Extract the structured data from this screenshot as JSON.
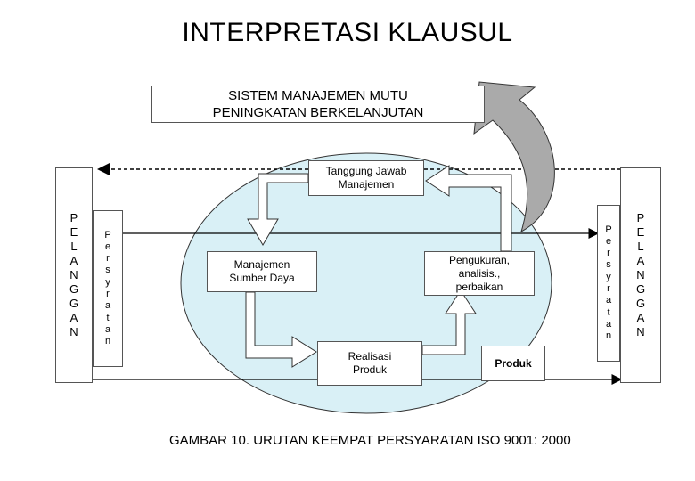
{
  "title": "INTERPRETASI KLAUSUL",
  "top_box": {
    "line1": "SISTEM MANAJEMEN MUTU",
    "line2": "PENINGKATAN BERKELANJUTAN"
  },
  "nodes": {
    "tanggung_jawab": {
      "line1": "Tanggung Jawab",
      "line2": "Manajemen"
    },
    "sumber_daya": {
      "line1": "Manajemen",
      "line2": "Sumber Daya"
    },
    "realisasi": {
      "line1": "Realisasi",
      "line2": "Produk"
    },
    "pengukuran": {
      "line1": "Pengukuran,",
      "line2": "analisis.,",
      "line3": "perbaikan"
    },
    "produk": "Produk"
  },
  "left_pelanggan": [
    "P",
    "E",
    "L",
    "A",
    "N",
    "G",
    "G",
    "A",
    "N"
  ],
  "left_persyaratan": [
    "P",
    "e",
    "r",
    "s",
    "y",
    "r",
    "a",
    "t",
    "a",
    "n"
  ],
  "right_persyaratan": [
    "P",
    "e",
    "r",
    "s",
    "y",
    "r",
    "a",
    "t",
    "a",
    "n"
  ],
  "right_pelanggan": [
    "P",
    "E",
    "L",
    "A",
    "N",
    "G",
    "G",
    "A",
    "N"
  ],
  "caption": "GAMBAR 10. URUTAN KEEMPAT PERSYARATAN ISO 9001: 2000",
  "colors": {
    "ellipse_fill": "#d9f0f6",
    "stroke": "#333333",
    "arrow_fill": "#ffffff",
    "curved_arrow_fill": "#aaaaaa"
  }
}
